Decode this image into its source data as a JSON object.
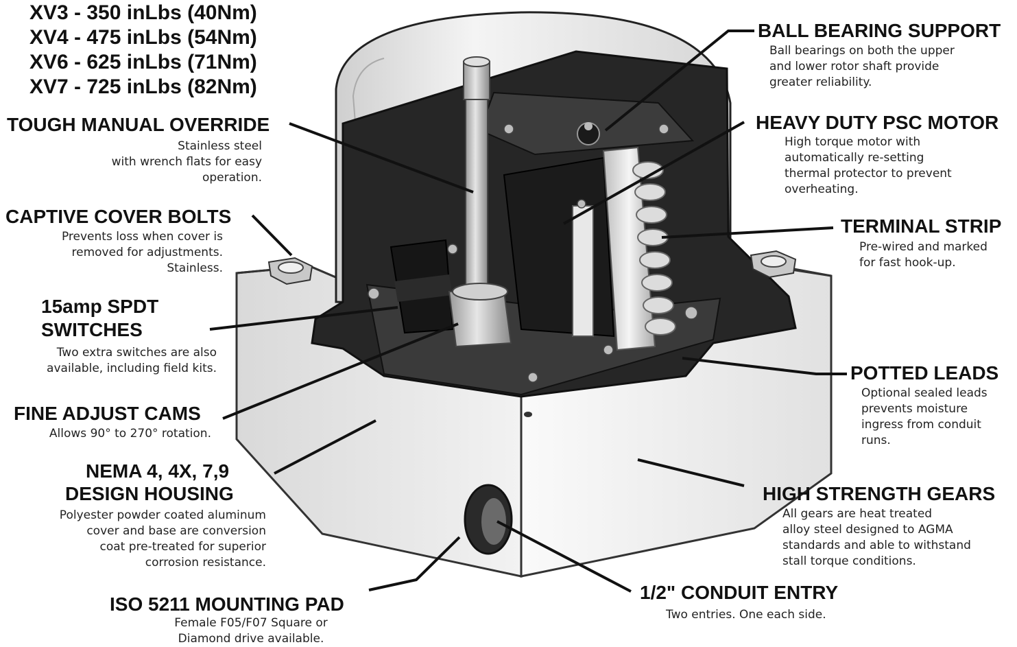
{
  "models": [
    "XV3 - 350 inLbs (40Nm)",
    "XV4 - 475 inLbs (54Nm)",
    "XV6 - 625 inLbs (71Nm)",
    "XV7 - 725 inLbs (82Nm)"
  ],
  "callouts": {
    "manual_override": {
      "title": "TOUGH MANUAL OVERRIDE",
      "desc": [
        "Stainless steel",
        "with wrench flats for easy",
        "operation."
      ]
    },
    "cover_bolts": {
      "title": "CAPTIVE COVER BOLTS",
      "desc": [
        "Prevents loss when cover is",
        "removed for adjustments.",
        "Stainless."
      ]
    },
    "switches": {
      "title": [
        "15amp SPDT",
        "SWITCHES"
      ],
      "desc": [
        "Two extra switches are also",
        "available, including field kits."
      ]
    },
    "cams": {
      "title": "FINE ADJUST CAMS",
      "desc": [
        "Allows 90° to 270° rotation."
      ]
    },
    "housing": {
      "title": [
        "NEMA 4, 4X, 7,9",
        "DESIGN HOUSING"
      ],
      "desc": [
        "Polyester powder coated aluminum",
        "cover and base are conversion",
        "coat pre-treated for superior",
        "corrosion resistance."
      ]
    },
    "mounting_pad": {
      "title": "ISO 5211 MOUNTING PAD",
      "desc": [
        "Female F05/F07 Square or",
        "Diamond drive available."
      ]
    },
    "ball_bearing": {
      "title": "BALL BEARING SUPPORT",
      "desc": [
        "Ball bearings on both the upper",
        "and lower rotor shaft provide",
        "greater reliability."
      ]
    },
    "motor": {
      "title": "HEAVY DUTY PSC MOTOR",
      "desc": [
        "High torque motor with",
        "automatically re-setting",
        "thermal protector to prevent",
        "overheating."
      ]
    },
    "terminal_strip": {
      "title": "TERMINAL STRIP",
      "desc": [
        "Pre-wired and marked",
        "for fast hook-up."
      ]
    },
    "potted_leads": {
      "title": "POTTED LEADS",
      "desc": [
        "Optional sealed leads",
        "prevents moisture",
        "ingress from conduit",
        "runs."
      ]
    },
    "gears": {
      "title": "HIGH STRENGTH GEARS",
      "desc": [
        "All gears are heat treated",
        "alloy steel designed to AGMA",
        "standards and able to withstand",
        "stall torque conditions."
      ]
    },
    "conduit": {
      "title": "1/2\" CONDUIT ENTRY",
      "desc": [
        "Two entries. One each side."
      ]
    }
  },
  "colors": {
    "housing": "#ececec",
    "interior": "#262626",
    "ink": "#111111"
  }
}
